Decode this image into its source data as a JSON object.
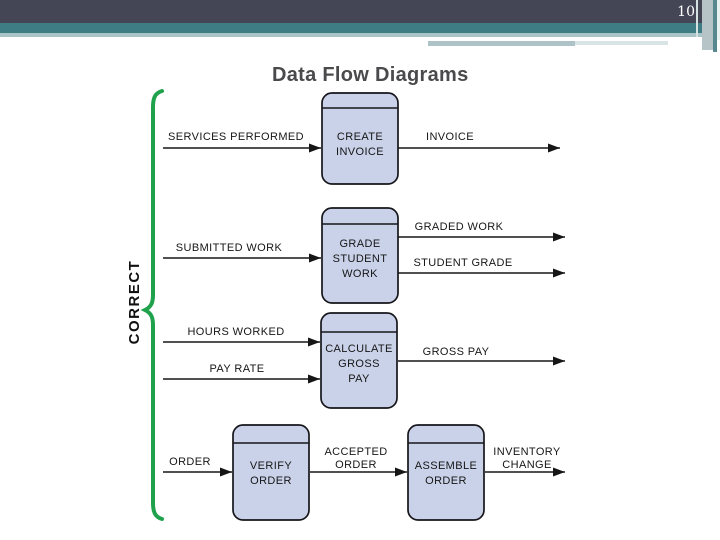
{
  "page": {
    "number": "10",
    "title": "Data Flow Diagrams"
  },
  "colors": {
    "header_dark": "#444655",
    "header_teal": "#3E7D83",
    "header_light": "#A9C4C7",
    "box_fill": "#CAD2E9",
    "brace_green": "#1FA24B"
  },
  "diagram": {
    "brace_label": "CORRECT",
    "boxes": {
      "create_invoice": [
        "CREATE",
        "INVOICE"
      ],
      "grade_student_work": [
        "GRADE",
        "STUDENT",
        "WORK"
      ],
      "calculate_gross_pay": [
        "CALCULATE",
        "GROSS",
        "PAY"
      ],
      "verify_order": [
        "VERIFY",
        "ORDER"
      ],
      "assemble_order": [
        "ASSEMBLE",
        "ORDER"
      ]
    },
    "flow_labels": {
      "services_performed": "SERVICES PERFORMED",
      "invoice": "INVOICE",
      "submitted_work": "SUBMITTED WORK",
      "graded_work": "GRADED WORK",
      "student_grade": "STUDENT GRADE",
      "hours_worked": "HOURS WORKED",
      "pay_rate": "PAY RATE",
      "gross_pay": "GROSS PAY",
      "order": "ORDER",
      "accepted_order": [
        "ACCEPTED",
        "ORDER"
      ],
      "inventory_change": [
        "INVENTORY",
        "CHANGE"
      ]
    },
    "rows_summary": [
      {
        "inputs": [
          "SERVICES PERFORMED"
        ],
        "process": "CREATE INVOICE",
        "outputs": [
          "INVOICE"
        ]
      },
      {
        "inputs": [
          "SUBMITTED WORK"
        ],
        "process": "GRADE STUDENT WORK",
        "outputs": [
          "GRADED WORK",
          "STUDENT GRADE"
        ]
      },
      {
        "inputs": [
          "HOURS WORKED",
          "PAY RATE"
        ],
        "process": "CALCULATE GROSS PAY",
        "outputs": [
          "GROSS PAY"
        ]
      },
      {
        "inputs": [
          "ORDER"
        ],
        "process": "VERIFY ORDER",
        "intermediate": "ACCEPTED ORDER",
        "process2": "ASSEMBLE ORDER",
        "outputs": [
          "INVENTORY CHANGE"
        ]
      }
    ]
  }
}
